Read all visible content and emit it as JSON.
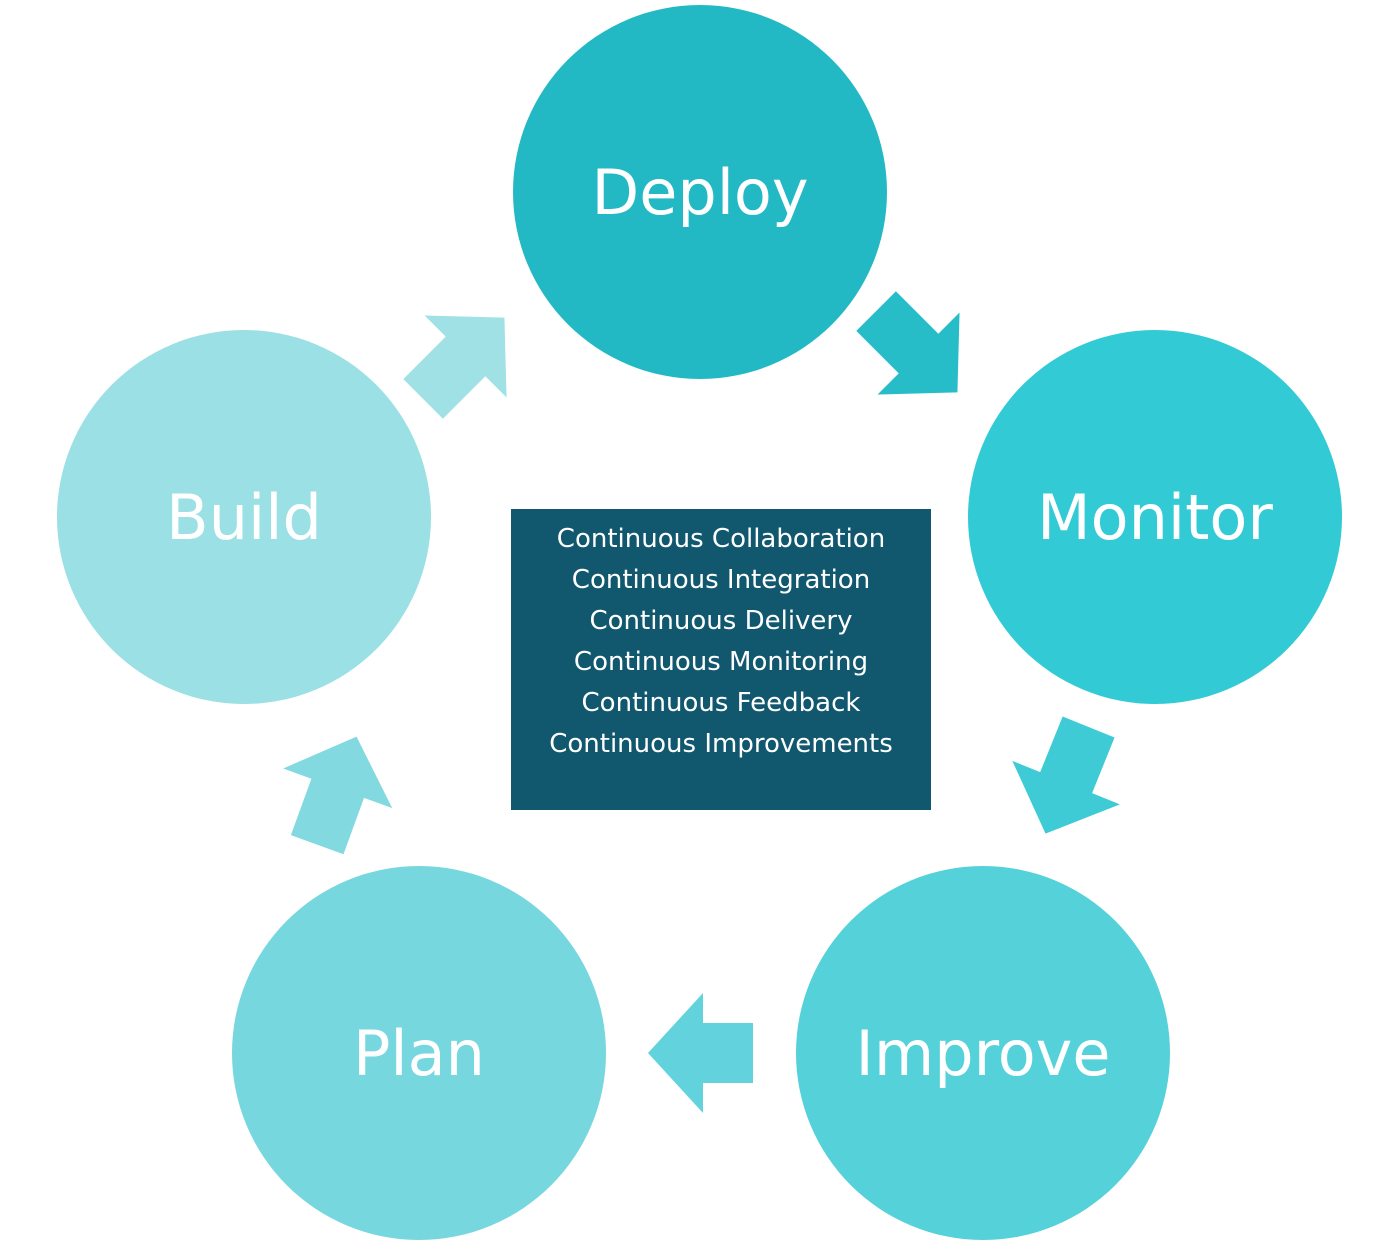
{
  "nodes": [
    {
      "id": "deploy",
      "label": "Deploy",
      "color": "#22b9c5"
    },
    {
      "id": "monitor",
      "label": "Monitor",
      "color": "#32cad5"
    },
    {
      "id": "improve",
      "label": "Improve",
      "color": "#55d1da"
    },
    {
      "id": "plan",
      "label": "Plan",
      "color": "#77d7df"
    },
    {
      "id": "build",
      "label": "Build",
      "color": "#9ae0e4"
    }
  ],
  "center": {
    "lines": [
      "Continuous Collaboration",
      "Continuous Integration",
      "Continuous Delivery",
      "Continuous Monitoring",
      "Continuous Feedback",
      "Continuous Improvements"
    ],
    "color": "#11586f"
  },
  "arrow_colors": {
    "deploy_to_monitor": "#27bdc8",
    "monitor_to_improve": "#3ecbd5",
    "improve_to_plan": "#62d3dc",
    "plan_to_build": "#82d9e0",
    "build_to_deploy": "#a0e1e5"
  }
}
